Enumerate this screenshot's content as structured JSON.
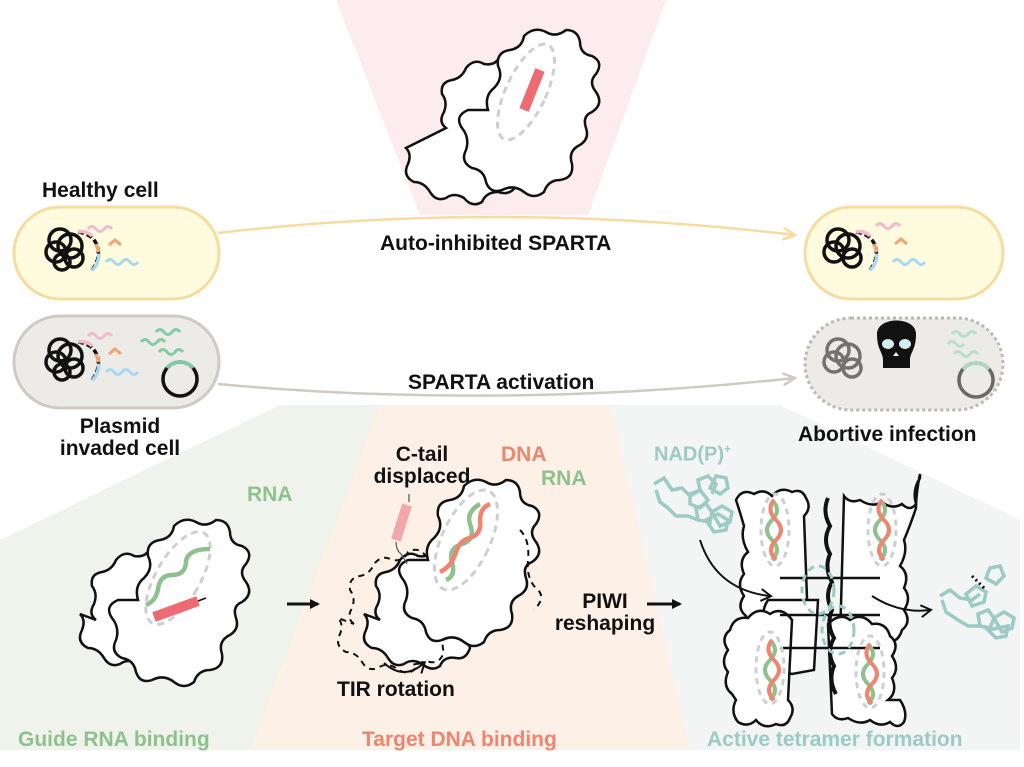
{
  "colors": {
    "top_wedge": "#fdecee",
    "green_wedge": "#eff3ec",
    "orange_wedge": "#fdf0e7",
    "teal_wedge": "#f2f5f3",
    "healthy_cell_fill": "#fffbdf",
    "healthy_cell_stroke": "#f6dca0",
    "invaded_cell_fill": "#ecebe7",
    "invaded_cell_stroke": "#cfcbc2",
    "dna_red": "#ee8570",
    "rna_green": "#8fc18e",
    "c_tail_red": "#ee6b73",
    "c_tail_pink": "#f3a7ab",
    "teal": "#9ccac4",
    "pink_rna": "#f3b9cf",
    "orange_rna": "#f2a572",
    "blue_rna": "#a8d8ef",
    "plasmid_green": "#7fcca2",
    "outline": "#111111",
    "dashed_grey": "#cfcfcf"
  },
  "labels": {
    "healthy_cell": "Healthy cell",
    "plasmid_invaded_cell_line1": "Plasmid",
    "plasmid_invaded_cell_line2": "invaded cell",
    "auto_inhibited": "Auto-inhibited SPARTA",
    "sparta_activation": "SPARTA activation",
    "abortive_infection": "Abortive infection",
    "rna_stage1": "RNA",
    "c_tail_line1": "C-tail",
    "c_tail_line2": "displaced",
    "dna_stage2": "DNA",
    "rna_stage2": "RNA",
    "piwi_line1": "PIWI",
    "piwi_line2": "reshaping",
    "tir_rotation": "TIR rotation",
    "nadp": "NAD(P)",
    "nadp_sup": "+"
  },
  "stages": [
    {
      "title": "Guide RNA binding",
      "color": "#8fc18e"
    },
    {
      "title": "Target DNA binding",
      "color": "#ee8570"
    },
    {
      "title": "Active tetramer formation",
      "color": "#9ccac4"
    }
  ],
  "icons": {
    "skull": "skull-icon",
    "chromosome": "chromosome-icon",
    "plasmid": "plasmid-icon",
    "nadp_molecule": "nadp-molecule-icon",
    "protein": "sparta-protein-icon",
    "arrow": "arrow-right-icon"
  }
}
